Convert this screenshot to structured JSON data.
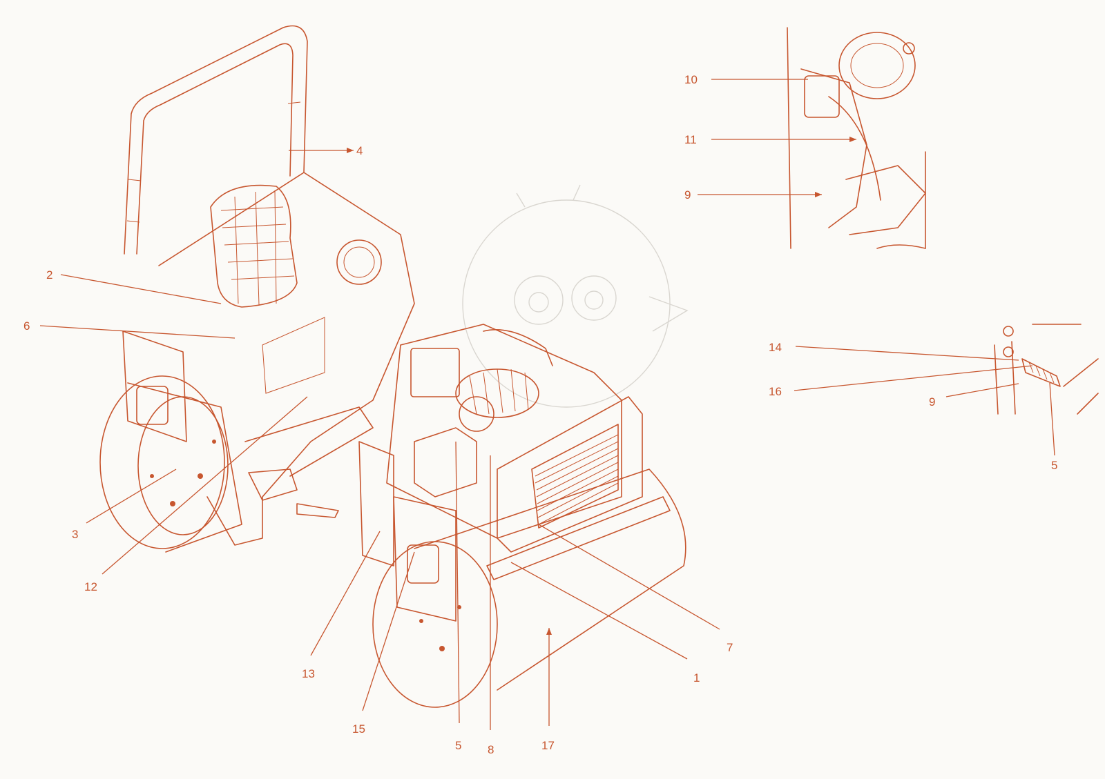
{
  "colors": {
    "ink": "#c7562f",
    "background": "#fbfaf7",
    "watermark": "#d9d6d0"
  },
  "callouts": {
    "c1": "1",
    "c2": "2",
    "c3": "3",
    "c4": "4",
    "c5a": "5",
    "c6": "6",
    "c7": "7",
    "c8": "8",
    "c12": "12",
    "c13": "13",
    "c15": "15",
    "c17": "17",
    "c10": "10",
    "c11": "11",
    "c9a": "9",
    "c14": "14",
    "c16": "16",
    "c9b": "9",
    "c5b": "5"
  }
}
